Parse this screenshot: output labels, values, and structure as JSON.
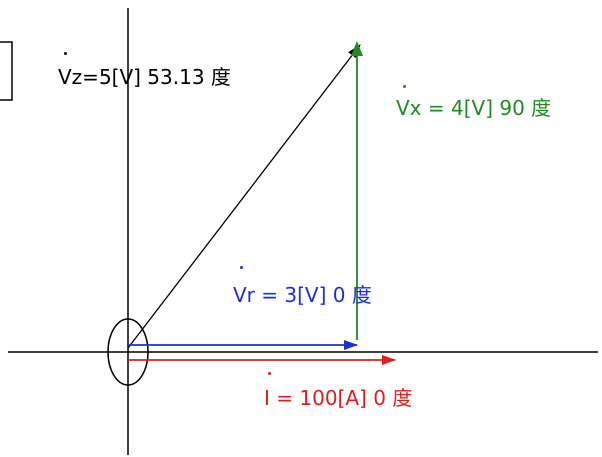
{
  "diagram": {
    "vectors": [
      {
        "id": "vz",
        "label": "V̇z=5[V]  53.13 度",
        "color": "#000000"
      },
      {
        "id": "vx",
        "label": "V̇x = 4[V]  90 度",
        "color": "#218a21"
      },
      {
        "id": "vr",
        "label": "V̇r = 3[V]  0 度",
        "color": "#1f2ed6"
      },
      {
        "id": "i",
        "label": "İ = 100[A]  0 度",
        "color": "#e01e1e"
      }
    ],
    "labels": {
      "vz": "Vz=5[V]   53.13 度",
      "vx": "Vx = 4[V]   90 度",
      "vr": "Vr = 3[V]   0 度",
      "i": "I = 100[A]   0 度"
    },
    "colors": {
      "axis": "#000000",
      "vz": "#000000",
      "vx": "#218a21",
      "vr": "#1f2ed6",
      "i": "#e01e1e"
    }
  }
}
